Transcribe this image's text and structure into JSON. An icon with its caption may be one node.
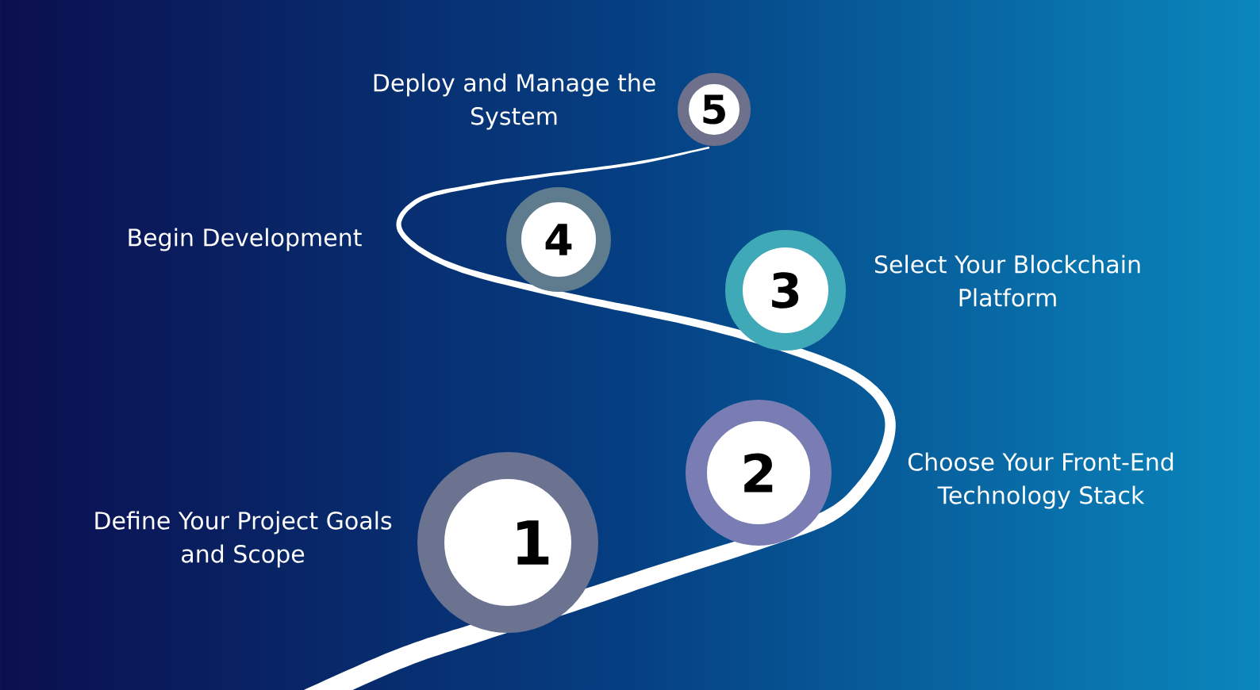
{
  "diagram": {
    "nodes": [
      {
        "text": [
          "1"
        ],
        "beside": [
          "Define Your Project Goals and Scope"
        ]
      },
      {
        "text": [
          "2"
        ],
        "beside": [
          "Choose Your Front-End Technology Stack"
        ]
      },
      {
        "text": [
          "3"
        ],
        "beside": [
          "Select Your Blockchain Platform"
        ]
      },
      {
        "text": [
          "4"
        ]
      },
      {
        "text": [
          "5"
        ],
        "beside": [
          "Deploy and Manage the System"
        ]
      }
    ],
    "labels": [
      "Begin Development"
    ]
  }
}
